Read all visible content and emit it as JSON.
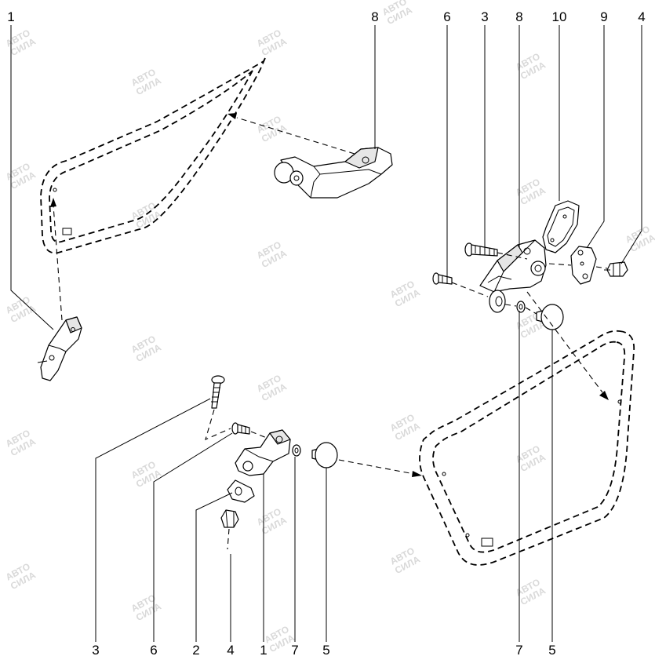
{
  "watermark": {
    "line1": "АВТО",
    "line2": "СИЛА"
  },
  "callouts": {
    "top_left_1": "1",
    "top_8": "8",
    "top_6": "6",
    "top_3": "3",
    "top_8b": "8",
    "top_10": "10",
    "top_9": "9",
    "top_4": "4",
    "bottom_3": "3",
    "bottom_6": "6",
    "bottom_2": "2",
    "bottom_4": "4",
    "bottom_1": "1",
    "bottom_7": "7",
    "bottom_5": "5",
    "bottom_right_7": "7",
    "bottom_right_5": "5"
  },
  "colors": {
    "line": "#000000",
    "part_fill": "#ffffff",
    "shade": "#e6e6e6",
    "watermark": "#d9d9d9"
  }
}
